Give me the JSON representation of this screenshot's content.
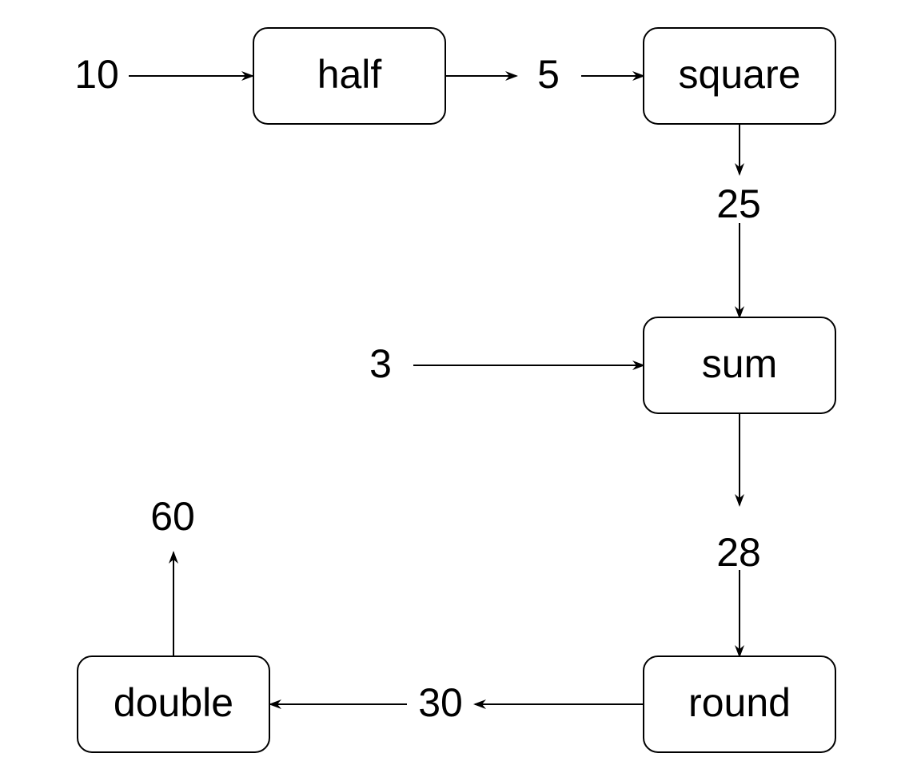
{
  "diagram": {
    "nodes": {
      "half": "half",
      "square": "square",
      "sum": "sum",
      "round": "round",
      "double": "double"
    },
    "values": {
      "input_10": "10",
      "half_out_5": "5",
      "square_out_25": "25",
      "input_3": "3",
      "sum_out_28": "28",
      "round_out_30": "30",
      "double_out_60": "60"
    },
    "stroke_color": "#000000",
    "fill_color": "#ffffff"
  }
}
